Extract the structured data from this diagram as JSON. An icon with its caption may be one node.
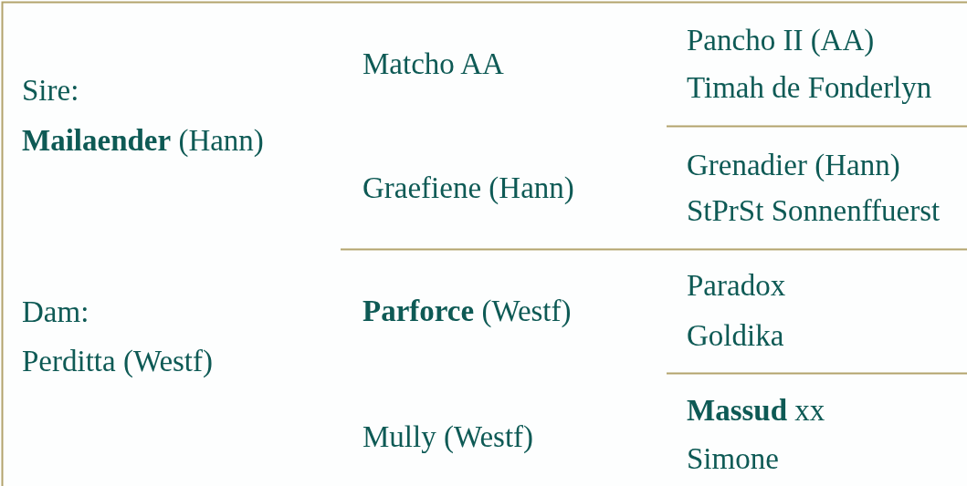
{
  "diagram": {
    "labels": [
      "Sire:",
      "**Mailaender** (Hann)",
      "Matcho AA",
      "Pancho II (AA)",
      "Timah de Fonderlyn",
      "Graefiene (Hann)",
      "Grenadier (Hann)",
      "StPrSt Sonnenffuerst",
      "Dam:",
      "Perditta (Westf)",
      "**Parforce** (Westf)",
      "Paradox",
      "Goldika",
      "Mully (Westf)",
      "**Massud** xx",
      "Simone"
    ]
  }
}
